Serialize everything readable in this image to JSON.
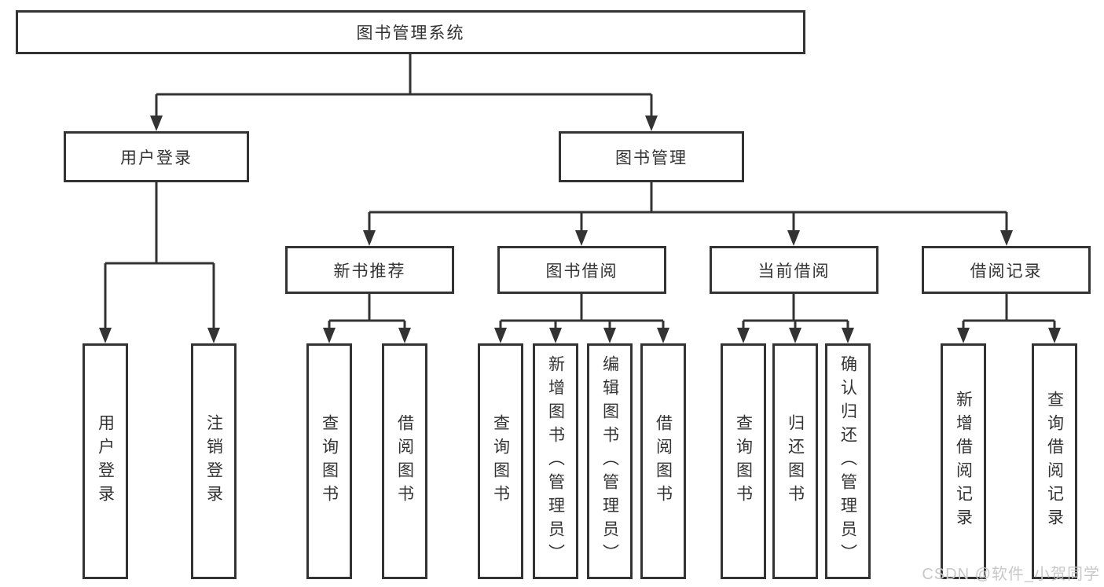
{
  "page": {
    "background": "#ffffff"
  },
  "diagram": {
    "line_color": "#333333",
    "box_border_color": "#333333",
    "box_fill": "#ffffff",
    "text_color": "#333333",
    "tree": {
      "label": "图书管理系统",
      "children": [
        {
          "label": "用户登录",
          "children": [
            {
              "label": "用户登录"
            },
            {
              "label": "注销登录"
            }
          ]
        },
        {
          "label": "图书管理",
          "children": [
            {
              "label": "新书推荐",
              "children": [
                {
                  "label": "查询图书"
                },
                {
                  "label": "借阅图书"
                }
              ]
            },
            {
              "label": "图书借阅",
              "children": [
                {
                  "label": "查询图书"
                },
                {
                  "label": "新增图书（管理员）"
                },
                {
                  "label": "编辑图书（管理员）"
                },
                {
                  "label": "借阅图书"
                }
              ]
            },
            {
              "label": "当前借阅",
              "children": [
                {
                  "label": "查询图书"
                },
                {
                  "label": "归还图书"
                },
                {
                  "label": "确认归还（管理员）"
                }
              ]
            },
            {
              "label": "借阅记录",
              "children": [
                {
                  "label": "新增借阅记录"
                },
                {
                  "label": "查询借阅记录"
                }
              ]
            }
          ]
        }
      ]
    }
  },
  "watermark": {
    "text": "CSDN @软件_小贺同学",
    "color": "#c8c8c8"
  }
}
